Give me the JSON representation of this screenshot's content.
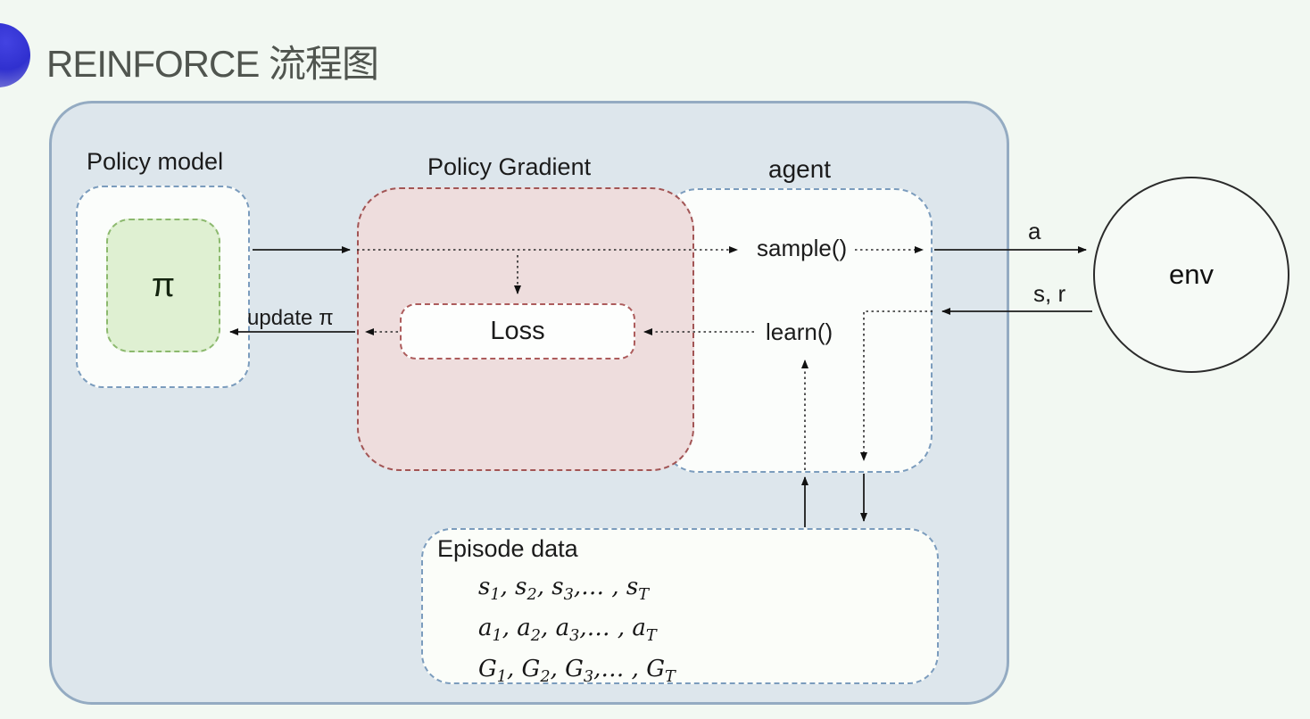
{
  "title": {
    "text": "REINFORCE 流程图"
  },
  "diagram": {
    "policy_model": {
      "label": "Policy model",
      "pi_symbol": "π"
    },
    "policy_gradient": {
      "label": "Policy Gradient",
      "loss_label": "Loss"
    },
    "agent": {
      "label": "agent",
      "sample_label": "sample()",
      "learn_label": "learn()"
    },
    "env": {
      "label": "env"
    },
    "episode": {
      "label": "Episode data",
      "lines": [
        "s_1, s_2, s_3,… , s_T",
        "a_1, a_2, a_3,… , a_T",
        "G_1, G_2, G_3,… , G_T"
      ]
    },
    "edges": {
      "action_label": "a",
      "state_reward_label": "s, r",
      "update_pi_label": "update π"
    }
  },
  "colors": {
    "container_fill": "#dde6ec",
    "container_border": "#94abc2",
    "blue_dashed": "#7b9cbd",
    "green_border": "#8cb96e",
    "green_fill": "#dff0d2",
    "red_border": "#a25555",
    "pink_fill": "#eedddd",
    "accent_sphere": "#3030cf",
    "background": "#f2f8f2"
  }
}
